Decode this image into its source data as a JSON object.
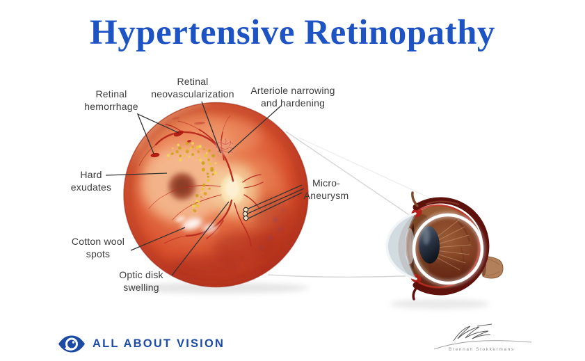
{
  "title": "Hypertensive Retinopathy",
  "labels": {
    "retinal_hemorrhage": "Retinal\nhemorrhage",
    "retinal_neovascularization": "Retinal\nneovascularization",
    "arteriole_narrowing": "Arteriole narrowing\nand hardening",
    "hard_exudates": "Hard\nexudates",
    "micro_aneurysm": "Micro-\nAneurysm",
    "cotton_wool_spots": "Cotton wool\nspots",
    "optic_disk_swelling": "Optic disk\nswelling"
  },
  "logo": {
    "text": "ALL ABOUT VISION"
  },
  "signature": {
    "name": "Brennan Stokkermans"
  },
  "colors": {
    "title_blue": "#1d53c3",
    "logo_blue": "#1b4ba5",
    "label_gray": "#3b3b3b",
    "fundus_orange": "#e7764a",
    "fundus_rim_red": "#a82b18",
    "vessel_red": "#b92c1f",
    "exudate_yellow": "#e9c43a",
    "sclera_maroon": "#5e110b"
  }
}
